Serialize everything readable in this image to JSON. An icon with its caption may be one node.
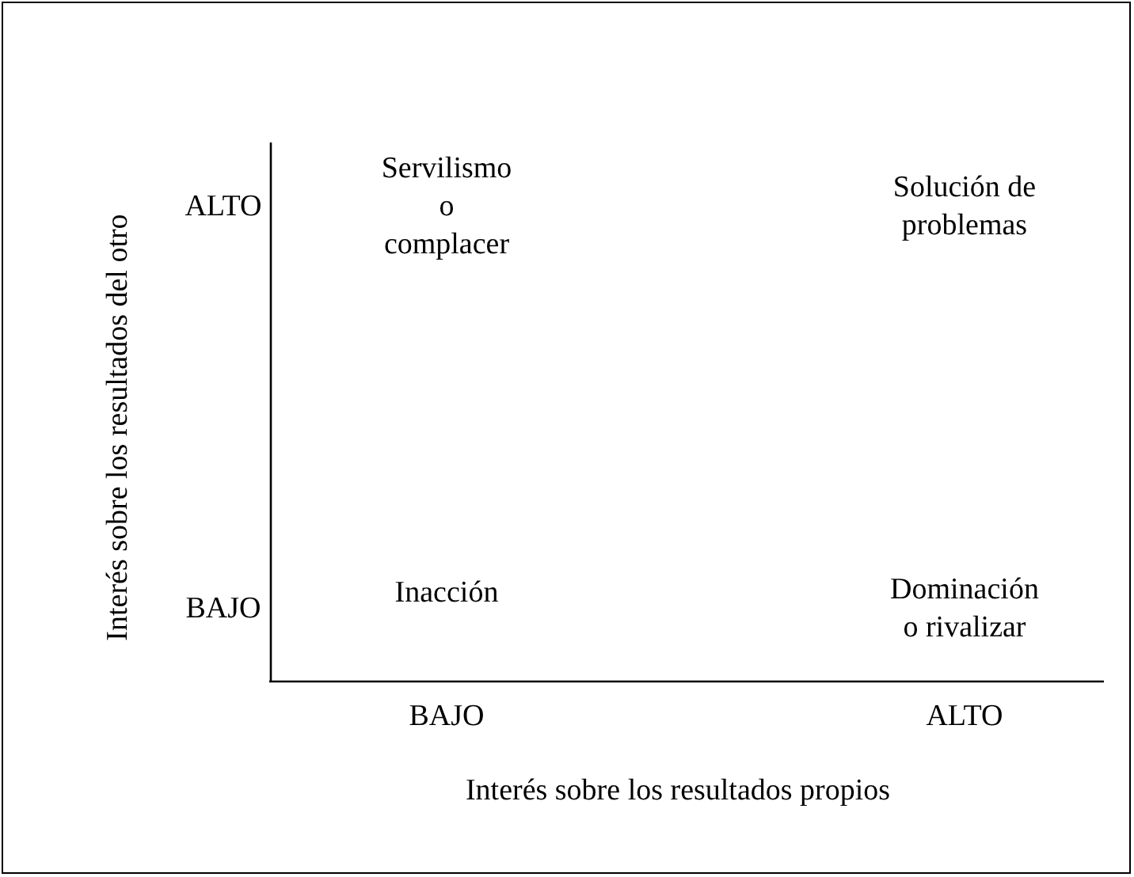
{
  "diagram": {
    "labels": [
      "Interés sobre los resultados del otro",
      "ALTO",
      "Servilismo o complacer",
      "Solución de problemas",
      "Inacción",
      "BAJO",
      "Dominación o rivalizar",
      "BAJO",
      "ALTO",
      "Interés sobre los resultados propios"
    ]
  }
}
